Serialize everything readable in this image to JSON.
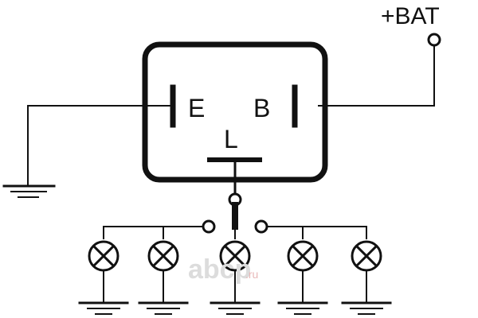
{
  "diagram": {
    "battery_label": "+BAT",
    "pin_e_label": "E",
    "pin_b_label": "B",
    "pin_l_label": "L",
    "watermark_main": "abcp",
    "watermark_suffix": ".ru"
  },
  "colors": {
    "line": "#111111",
    "background": "#ffffff",
    "watermark_main": "#dcdcdc",
    "watermark_suffix": "#e8b8b8"
  }
}
